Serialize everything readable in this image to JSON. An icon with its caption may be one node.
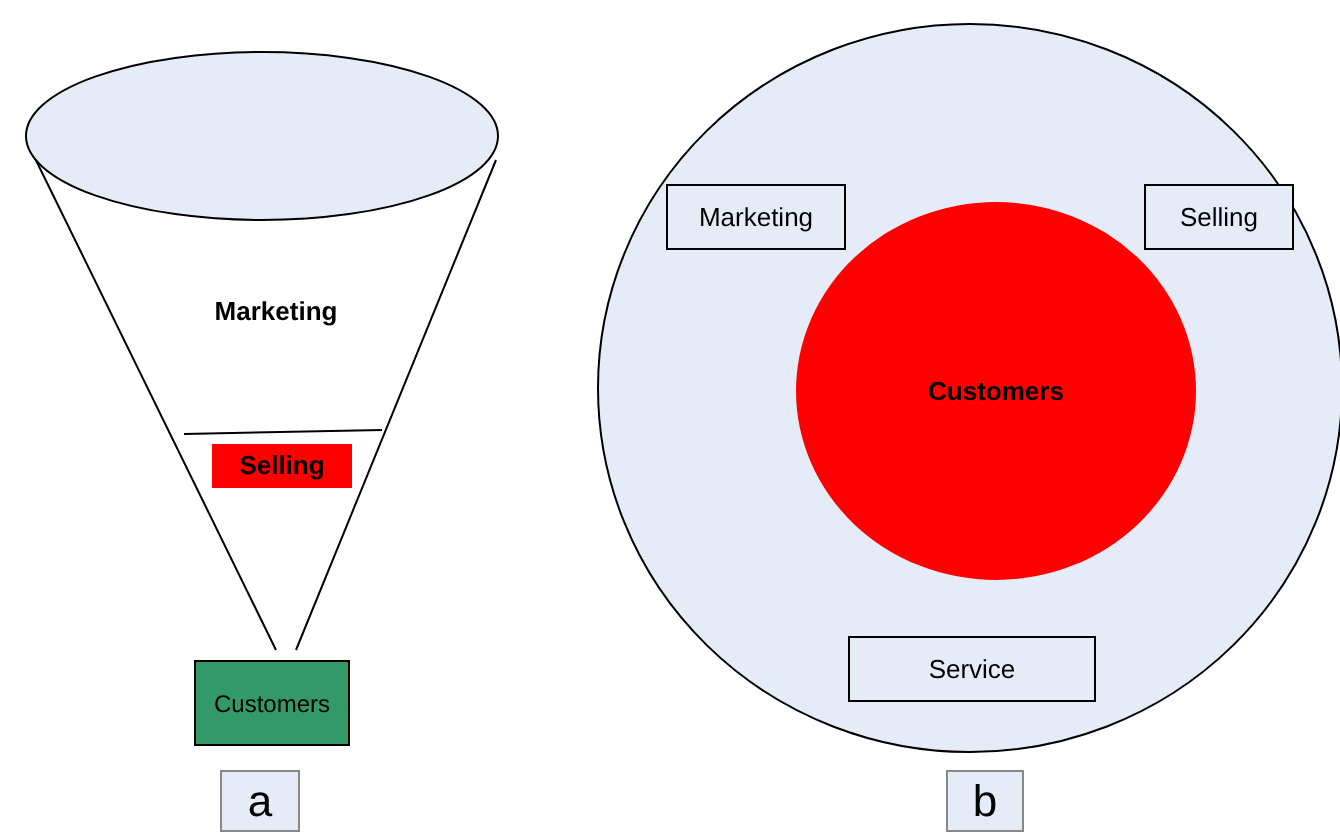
{
  "diagram": {
    "nodes": [
      {
        "text": [
          "Marketing"
        ]
      },
      {
        "text": [
          "Selling"
        ],
        "in": 0
      },
      {
        "text": [
          "Customers"
        ]
      },
      {
        "text": [
          "a"
        ]
      },
      {
        "text": [],
        "shape": "circle"
      },
      {
        "text": [
          "Marketing"
        ],
        "in": 4
      },
      {
        "text": [
          "Selling"
        ],
        "in": 4
      },
      {
        "text": [
          "Customers"
        ],
        "in": 4
      },
      {
        "text": [
          "Service"
        ],
        "in": 4
      },
      {
        "text": [
          "b"
        ]
      }
    ]
  }
}
